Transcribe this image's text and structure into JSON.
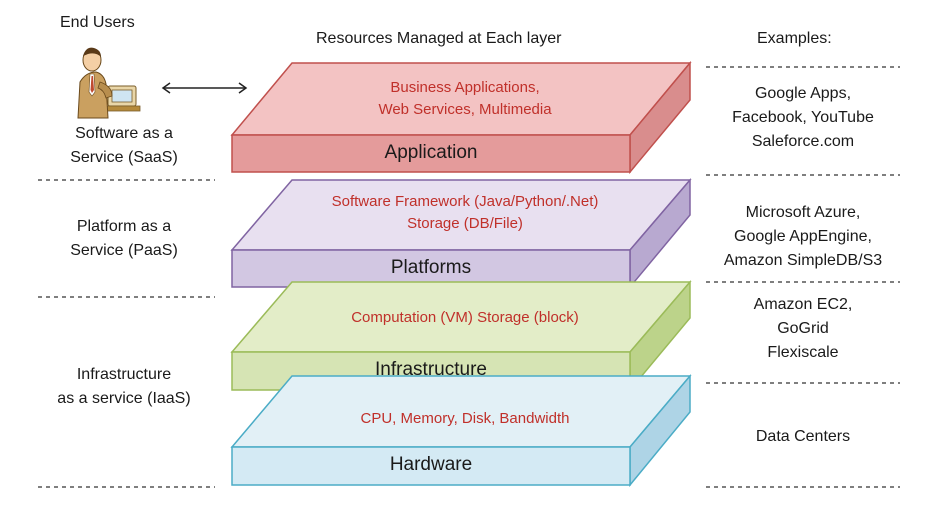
{
  "headers": {
    "end_users": "End Users",
    "resources": "Resources Managed at Each layer",
    "examples": "Examples:"
  },
  "layers": [
    {
      "name": "Application",
      "resources_line1": "Business Applications,",
      "resources_line2": "Web Services,  Multimedia",
      "colors": {
        "top": "#f3c3c3",
        "front": "#e49b9b",
        "side": "#d98d8d",
        "stroke": "#c0504d"
      }
    },
    {
      "name": "Platforms",
      "resources_line1": "Software Framework (Java/Python/.Net)",
      "resources_line2": "Storage (DB/File)",
      "colors": {
        "top": "#e8e0f0",
        "front": "#d2c7e2",
        "side": "#b8a9d0",
        "stroke": "#8064a2"
      }
    },
    {
      "name": "Infrastructure",
      "resources_line1": "Computation (VM)  Storage (block)",
      "resources_line2": "",
      "colors": {
        "top": "#e3edc8",
        "front": "#d6e4b4",
        "side": "#bcd38a",
        "stroke": "#9bbb59"
      }
    },
    {
      "name": "Hardware",
      "resources_line1": "CPU, Memory, Disk, Bandwidth",
      "resources_line2": "",
      "colors": {
        "top": "#e2f0f6",
        "front": "#d4eaf4",
        "side": "#aed4e6",
        "stroke": "#4bacc6"
      }
    }
  ],
  "service_models": [
    {
      "line1": "Software as a",
      "line2": "Service (SaaS)"
    },
    {
      "line1": "Platform as a",
      "line2": "Service (PaaS)"
    },
    {
      "line1": "Infrastructure",
      "line2": "as a service (IaaS)"
    }
  ],
  "examples": [
    {
      "line1": "Google Apps,",
      "line2": "Facebook, YouTube",
      "line3": "Saleforce.com"
    },
    {
      "line1": "Microsoft Azure,",
      "line2": "Google AppEngine,",
      "line3": "Amazon SimpleDB/S3"
    },
    {
      "line1": "Amazon EC2,",
      "line2": "GoGrid",
      "line3": "Flexiscale"
    },
    {
      "line1": "Data Centers",
      "line2": "",
      "line3": ""
    }
  ],
  "icons": {
    "user": "user-at-computer-icon",
    "arrow": "double-headed-arrow-icon"
  }
}
